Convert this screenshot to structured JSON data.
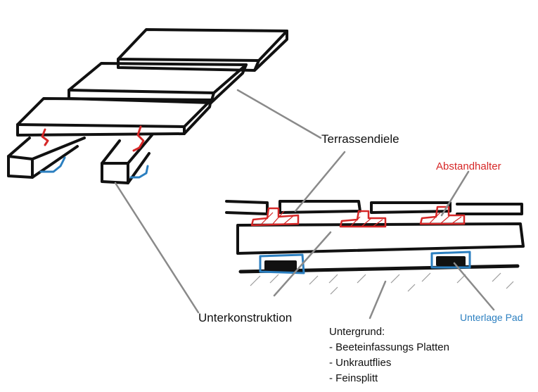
{
  "labels": {
    "terrassendiele": "Terrassendiele",
    "abstandhalter": "Abstandhalter",
    "unterlage_pad": "Unterlage Pad",
    "unterkonstruktion": "Unterkonstruktion"
  },
  "untergrund": {
    "title": "Untergrund:",
    "items": [
      "- Beeteinfassungs Platten",
      "- Unkrautflies",
      "- Feinsplitt"
    ]
  },
  "colors": {
    "ink": "#111111",
    "spacer": "#d62828",
    "pad": "#2b7fc0",
    "leader": "#8a8a8a",
    "ground": "#9a9a9a"
  }
}
